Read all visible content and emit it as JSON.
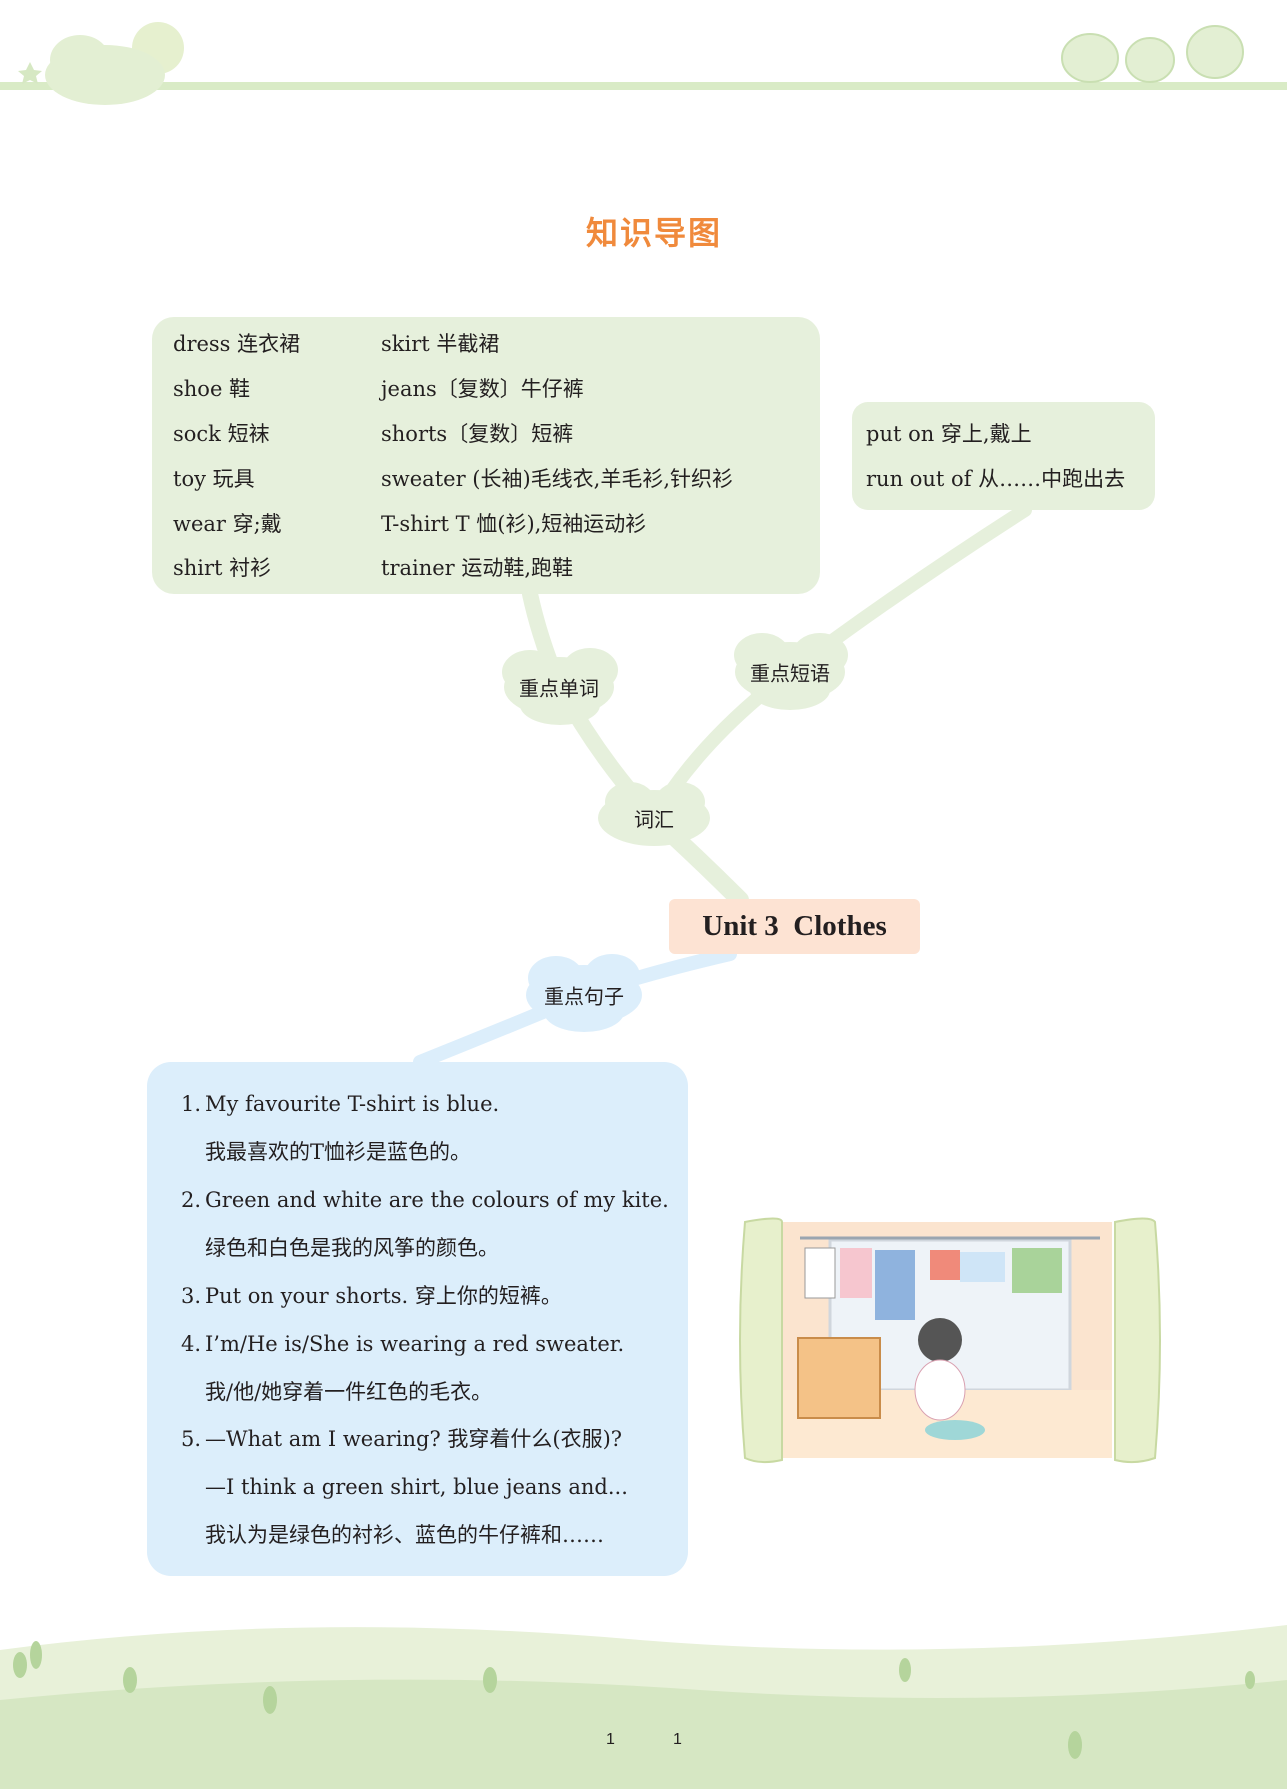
{
  "title": "知识导图",
  "unit_title": "Unit 3  Clothes",
  "bubbles": {
    "vocabulary": "词汇",
    "key_words": "重点单词",
    "key_phrases": "重点短语",
    "key_sentences": "重点句子"
  },
  "words": {
    "left": [
      "dress 连衣裙",
      "shoe 鞋",
      "sock 短袜",
      "toy 玩具",
      "wear 穿;戴",
      "shirt 衬衫"
    ],
    "right": [
      "skirt 半截裙",
      "jeans〔复数〕牛仔裤",
      "shorts〔复数〕短裤",
      "sweater (长袖)毛线衣,羊毛衫,针织衫",
      "T-shirt T 恤(衫),短袖运动衫",
      "trainer 运动鞋,跑鞋"
    ]
  },
  "phrases": [
    "put on 穿上,戴上",
    "run out of 从……中跑出去"
  ],
  "sentences": [
    {
      "num": "1.",
      "text": "My favourite T-shirt is blue."
    },
    {
      "num": "",
      "text": "我最喜欢的T恤衫是蓝色的。"
    },
    {
      "num": "2.",
      "text": "Green and white are the colours of my kite."
    },
    {
      "num": "",
      "text": "绿色和白色是我的风筝的颜色。"
    },
    {
      "num": "3.",
      "text": "Put on your shorts. 穿上你的短裤。"
    },
    {
      "num": "4.",
      "text": "I’m/He is/She is wearing a red sweater."
    },
    {
      "num": "",
      "text": "我/他/她穿着一件红色的毛衣。"
    },
    {
      "num": "5.",
      "text": "—What am I wearing?  我穿着什么(衣服)?"
    },
    {
      "num": "",
      "text": "—I think a green shirt, blue jeans and..."
    },
    {
      "num": "",
      "text": "我认为是绿色的衬衫、蓝色的牛仔裤和……"
    }
  ],
  "page_numbers": [
    "1",
    "1"
  ],
  "colors": {
    "title": "#f08a3c",
    "green_box": "#e6f0dc",
    "blue_box": "#dceefb",
    "unit_box": "#fde3d3"
  }
}
